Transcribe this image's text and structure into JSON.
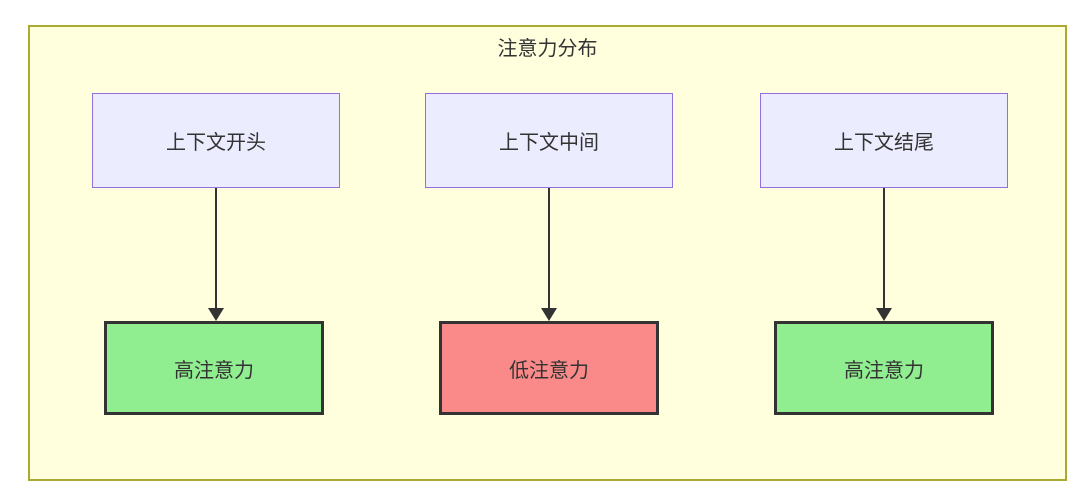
{
  "diagram": {
    "title": "注意力分布",
    "columns": [
      {
        "source": "上下文开头",
        "target": "高注意力",
        "target_level": "high"
      },
      {
        "source": "上下文中间",
        "target": "低注意力",
        "target_level": "low"
      },
      {
        "source": "上下文结尾",
        "target": "高注意力",
        "target_level": "high"
      }
    ],
    "colors": {
      "container_bg": "#ffffde",
      "container_border": "#aaaa33",
      "source_bg": "#ececff",
      "source_border": "#9370db",
      "high_bg": "#90ee90",
      "low_bg": "#fa8a8a",
      "target_border": "#333333",
      "text": "#333333",
      "arrow": "#333333",
      "page_bg": "#ffffff"
    }
  }
}
